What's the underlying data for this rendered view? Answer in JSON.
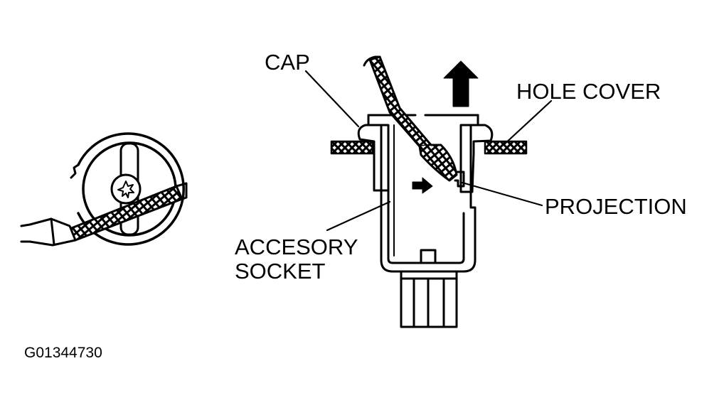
{
  "labels": {
    "cap": "CAP",
    "hole_cover": "HOLE COVER",
    "projection": "PROJECTION",
    "accessory_socket_line1": "ACCESORY",
    "accessory_socket_line2": "SOCKET",
    "figure_id": "G01344730"
  },
  "colors": {
    "ink": "#000000",
    "paper": "#ffffff"
  }
}
